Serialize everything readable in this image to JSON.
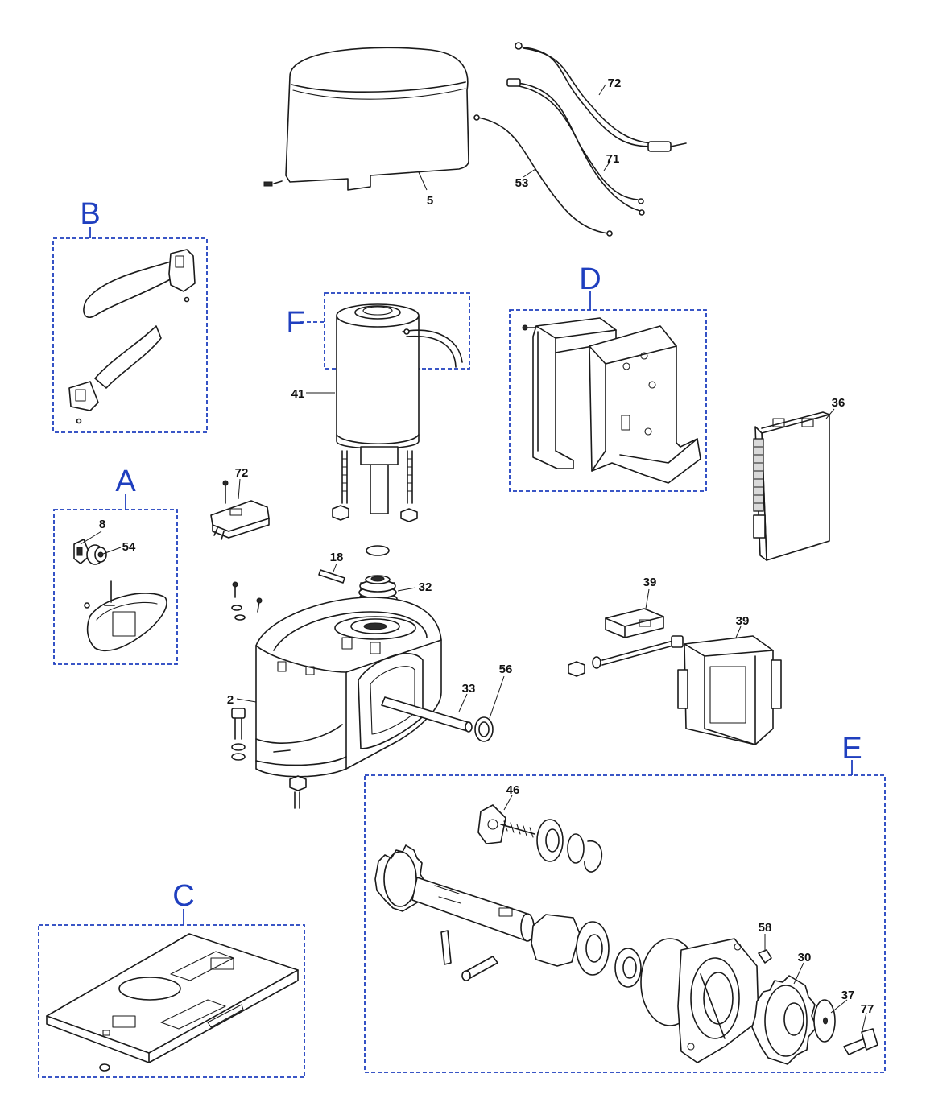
{
  "accent_color": "#1f3fbf",
  "line_color": "#1a1a1a",
  "groups": {
    "A": "A",
    "B": "B",
    "C": "C",
    "D": "D",
    "E": "E",
    "F": "F"
  },
  "part_numbers": {
    "cover": "5",
    "cable_72": "72",
    "cable_71": "71",
    "cable_53": "53",
    "motor": "41",
    "controller": "36",
    "limit_switch": "72",
    "key": "8",
    "lock": "54",
    "pin": "18",
    "worm": "32",
    "housing": "2",
    "shaft": "33",
    "seal": "56",
    "capacitor": "39",
    "transformer": "39",
    "release_knob": "46",
    "screw_58": "58",
    "gear": "30",
    "washer": "37",
    "bolt": "77"
  },
  "icons": [
    "motor-cover-icon",
    "wire-harness-icon",
    "release-lever-icon",
    "lock-cylinder-icon",
    "key-icon",
    "handle-plate-icon",
    "electric-motor-icon",
    "limit-switch-icon",
    "gearbox-housing-icon",
    "drive-shaft-icon",
    "mounting-bracket-icon",
    "control-board-icon",
    "capacitor-icon",
    "transformer-icon",
    "base-plate-icon",
    "pinion-gear-icon",
    "release-knob-icon",
    "bearing-icon",
    "flange-icon"
  ]
}
